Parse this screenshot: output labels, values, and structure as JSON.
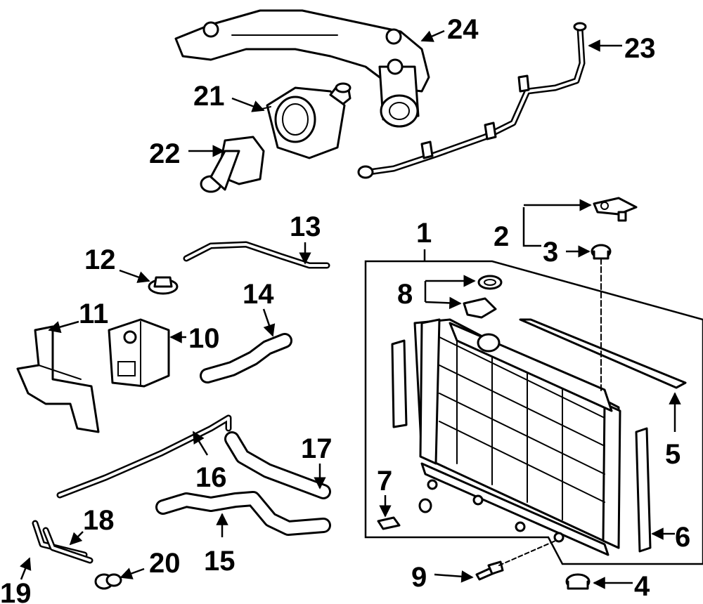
{
  "diagram": {
    "callouts": {
      "c1": "1",
      "c2": "2",
      "c3": "3",
      "c4": "4",
      "c5": "5",
      "c6": "6",
      "c7": "7",
      "c8": "8",
      "c9": "9",
      "c10": "10",
      "c11": "11",
      "c12": "12",
      "c13": "13",
      "c14": "14",
      "c15": "15",
      "c16": "16",
      "c17": "17",
      "c18": "18",
      "c19": "19",
      "c20": "20",
      "c21": "21",
      "c22": "22",
      "c23": "23",
      "c24": "24"
    },
    "colors": {
      "ink": "#000000",
      "background": "#ffffff"
    }
  }
}
